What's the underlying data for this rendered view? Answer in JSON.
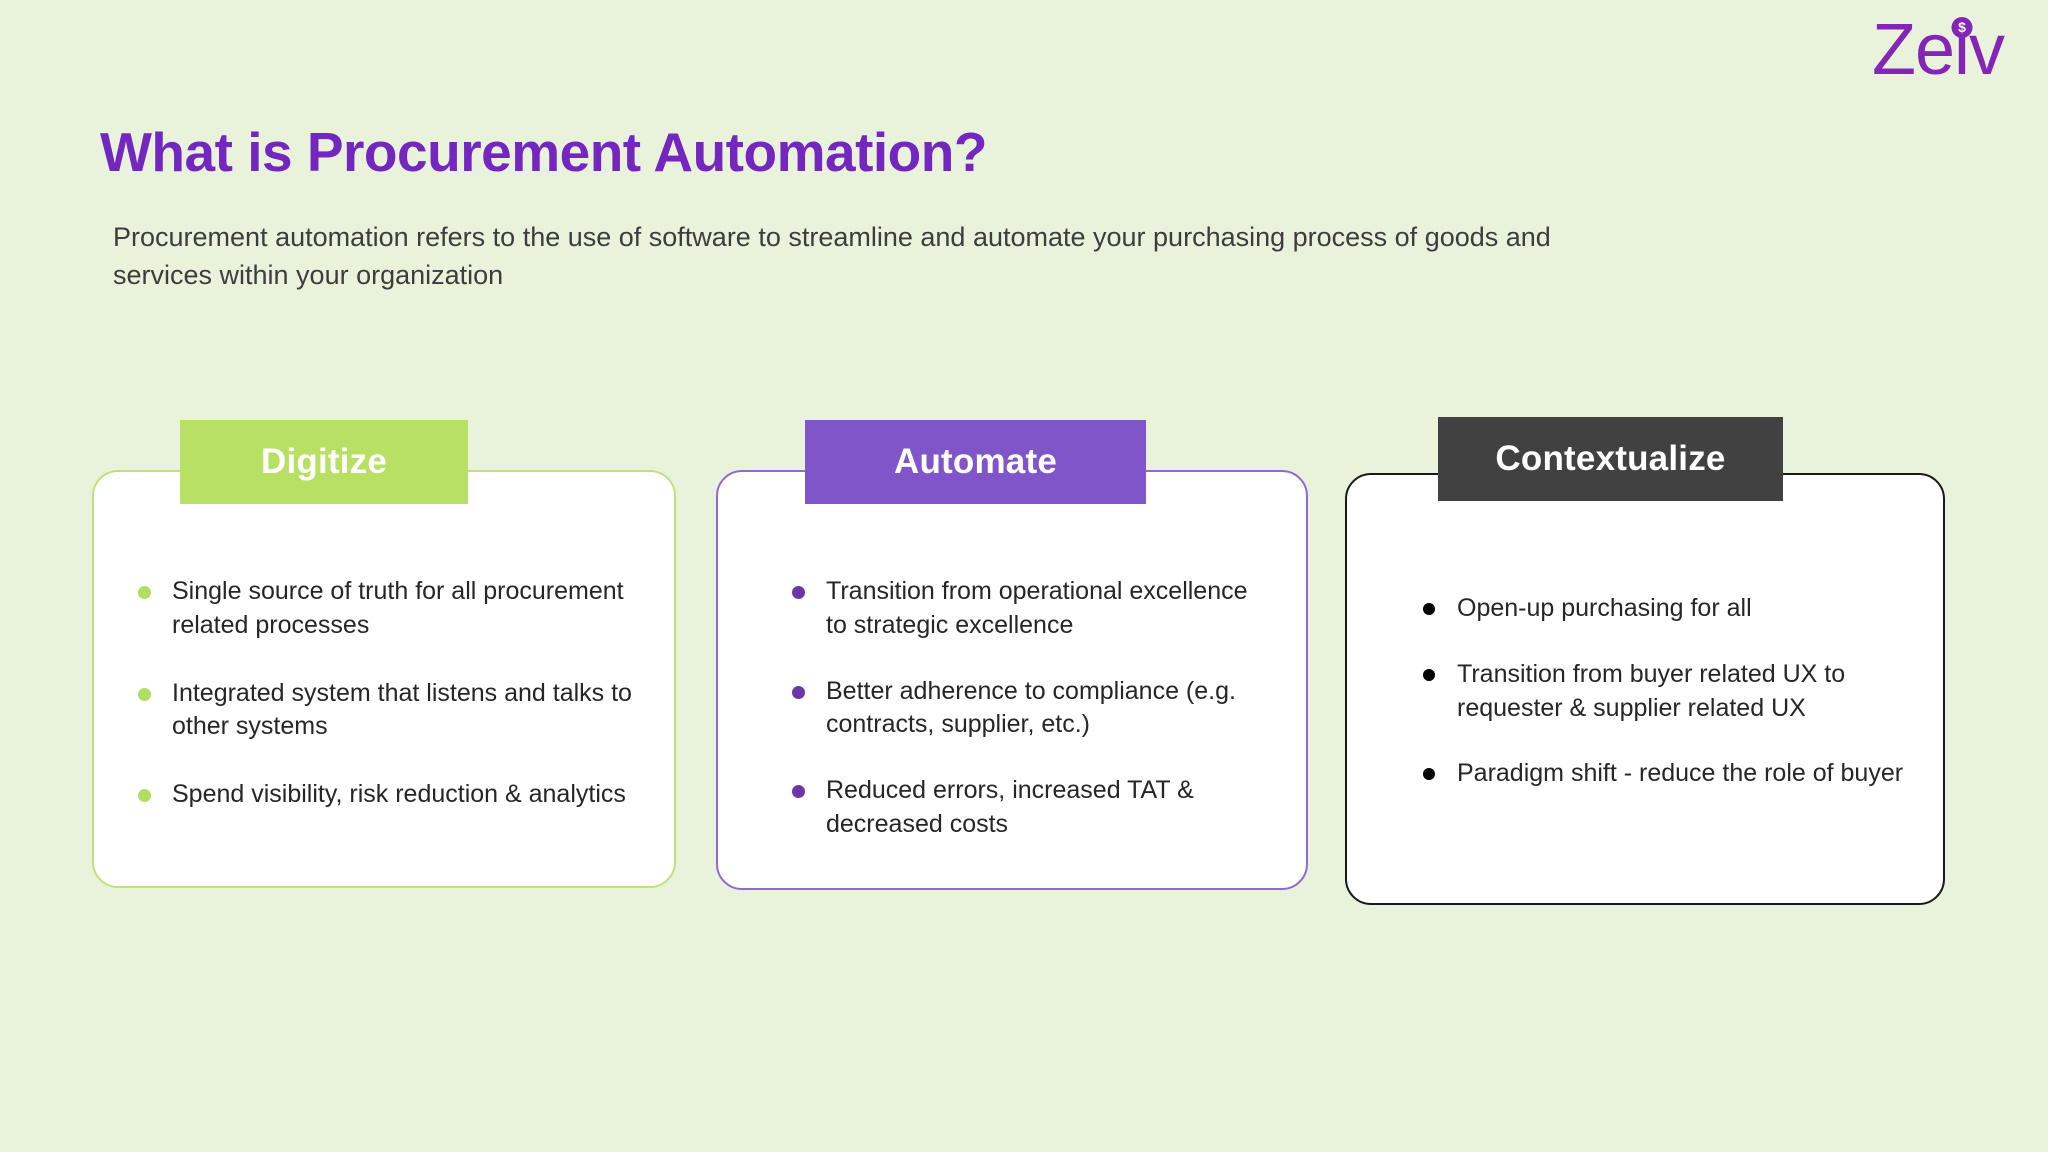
{
  "brand": {
    "name_before": "Ze",
    "name_i": "i",
    "name_after": "v",
    "dollar_glyph": "$",
    "color": "#8326b8"
  },
  "header": {
    "title": "What is Procurement Automation?",
    "subtitle": "Procurement automation refers to the use of software to streamline and automate your purchasing process of goods and services within your organization",
    "title_color": "#7326c0",
    "subtitle_color": "#3d3d3d"
  },
  "page": {
    "background_color": "#e9f3db"
  },
  "cards": [
    {
      "id": "digitize",
      "header_label": "Digitize",
      "header_color": "#b7e065",
      "border_color": "#bfe07f",
      "bullet_color": "#b1dd61",
      "bullets": [
        "Single source of truth for all procurement related processes",
        "Integrated system that listens and talks to other systems",
        "Spend visibility, risk reduction & analytics"
      ]
    },
    {
      "id": "automate",
      "header_label": "Automate",
      "header_color": "#8055c9",
      "border_color": "#8f6ad4",
      "bullet_color": "#6d36a8",
      "bullets": [
        "Transition from operational excellence to strategic excellence",
        "Better adherence to compliance (e.g. contracts, supplier, etc.)",
        "Reduced errors, increased TAT & decreased costs"
      ]
    },
    {
      "id": "contextualize",
      "header_label": "Contextualize",
      "header_color": "#414141",
      "border_color": "#1a1a1a",
      "bullet_color": "#000000",
      "bullets": [
        "Open-up purchasing for all",
        "Transition from buyer related UX to requester & supplier related UX",
        "Paradigm shift - reduce the role of buyer"
      ]
    }
  ]
}
